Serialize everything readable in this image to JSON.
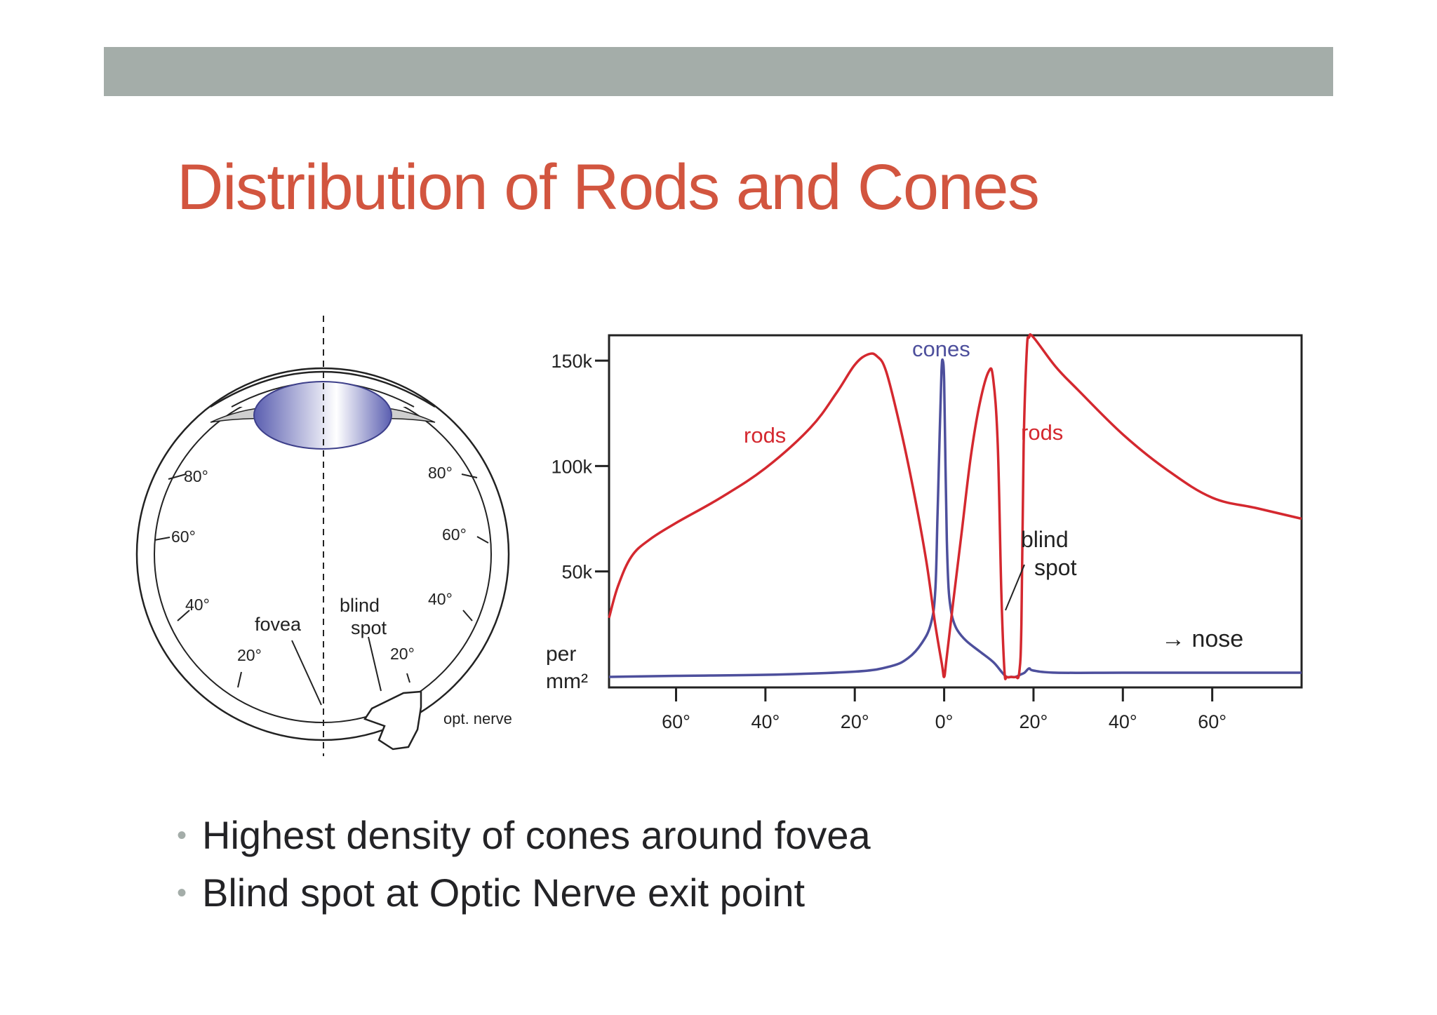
{
  "slide": {
    "title": "Distribution of Rods and Cones",
    "bullets": [
      "Highest density of cones around fovea",
      "Blind spot at Optic Nerve exit point"
    ]
  },
  "eye_diagram": {
    "labels": {
      "fovea": "fovea",
      "blind": "blind",
      "spot": "spot",
      "opt_nerve": "opt. nerve",
      "left_80": "80°",
      "left_60": "60°",
      "left_40": "40°",
      "left_20": "20°",
      "right_80": "80°",
      "right_60": "60°",
      "right_40": "40°",
      "right_20": "20°"
    }
  },
  "chart_data": {
    "type": "line",
    "title": "",
    "ylabel": "per mm²",
    "xlabel": "",
    "xlim": [
      -75,
      80
    ],
    "ylim": [
      -5,
      162
    ],
    "x_ticks": [
      -60,
      -40,
      -20,
      0,
      20,
      40,
      60
    ],
    "x_tick_labels": [
      "60°",
      "40°",
      "20°",
      "0°",
      "20°",
      "40°",
      "60°"
    ],
    "y_ticks": [
      50,
      100,
      150
    ],
    "y_tick_labels": [
      "50k",
      "100k",
      "150k"
    ],
    "colors": {
      "rods": "#d4282f",
      "cones": "#4d4f9c"
    },
    "series": [
      {
        "name": "rods",
        "x": [
          -75,
          -73,
          -70,
          -66,
          -60,
          -50,
          -40,
          -30,
          -24,
          -20,
          -17,
          -15,
          -13,
          -10,
          -7,
          -4,
          -2,
          -0.5,
          0,
          0.5,
          2,
          4,
          6,
          8,
          10,
          11,
          12,
          12.8,
          13.5,
          14,
          15,
          16,
          16.8,
          17.3,
          17.8,
          18.5,
          19,
          20,
          25,
          30,
          40,
          50,
          60,
          70,
          80
        ],
        "y": [
          28,
          43,
          57,
          65,
          73,
          85,
          99,
          118,
          135,
          148,
          153,
          152,
          145,
          120,
          90,
          55,
          25,
          6,
          0,
          8,
          35,
          70,
          105,
          130,
          145,
          141,
          110,
          40,
          3,
          0,
          0,
          0,
          2,
          25,
          110,
          155,
          161,
          161,
          147,
          136,
          115,
          98,
          85,
          80,
          75
        ]
      },
      {
        "name": "cones",
        "x": [
          -75,
          -60,
          -40,
          -20,
          -12,
          -8,
          -5,
          -3,
          -2,
          -1.5,
          -1,
          -0.6,
          -0.3,
          0,
          0.3,
          0.6,
          1,
          1.5,
          2,
          3,
          5,
          8,
          11,
          13,
          14,
          15,
          16,
          17,
          18,
          19,
          20,
          25,
          40,
          60,
          80
        ],
        "y": [
          0,
          0.5,
          1,
          2.5,
          5,
          9,
          16,
          25,
          40,
          75,
          115,
          145,
          150,
          140,
          100,
          65,
          42,
          32,
          27,
          22,
          17,
          12,
          7,
          2,
          0,
          0,
          0,
          1,
          2,
          4,
          3,
          2,
          2,
          2,
          2
        ]
      }
    ],
    "annotations": {
      "cones": "cones",
      "rods_left": "rods",
      "rods_right": "rods",
      "blind": "blind",
      "spot": "spot",
      "nose": "→ nose",
      "per": "per",
      "mm2": "mm²"
    }
  }
}
